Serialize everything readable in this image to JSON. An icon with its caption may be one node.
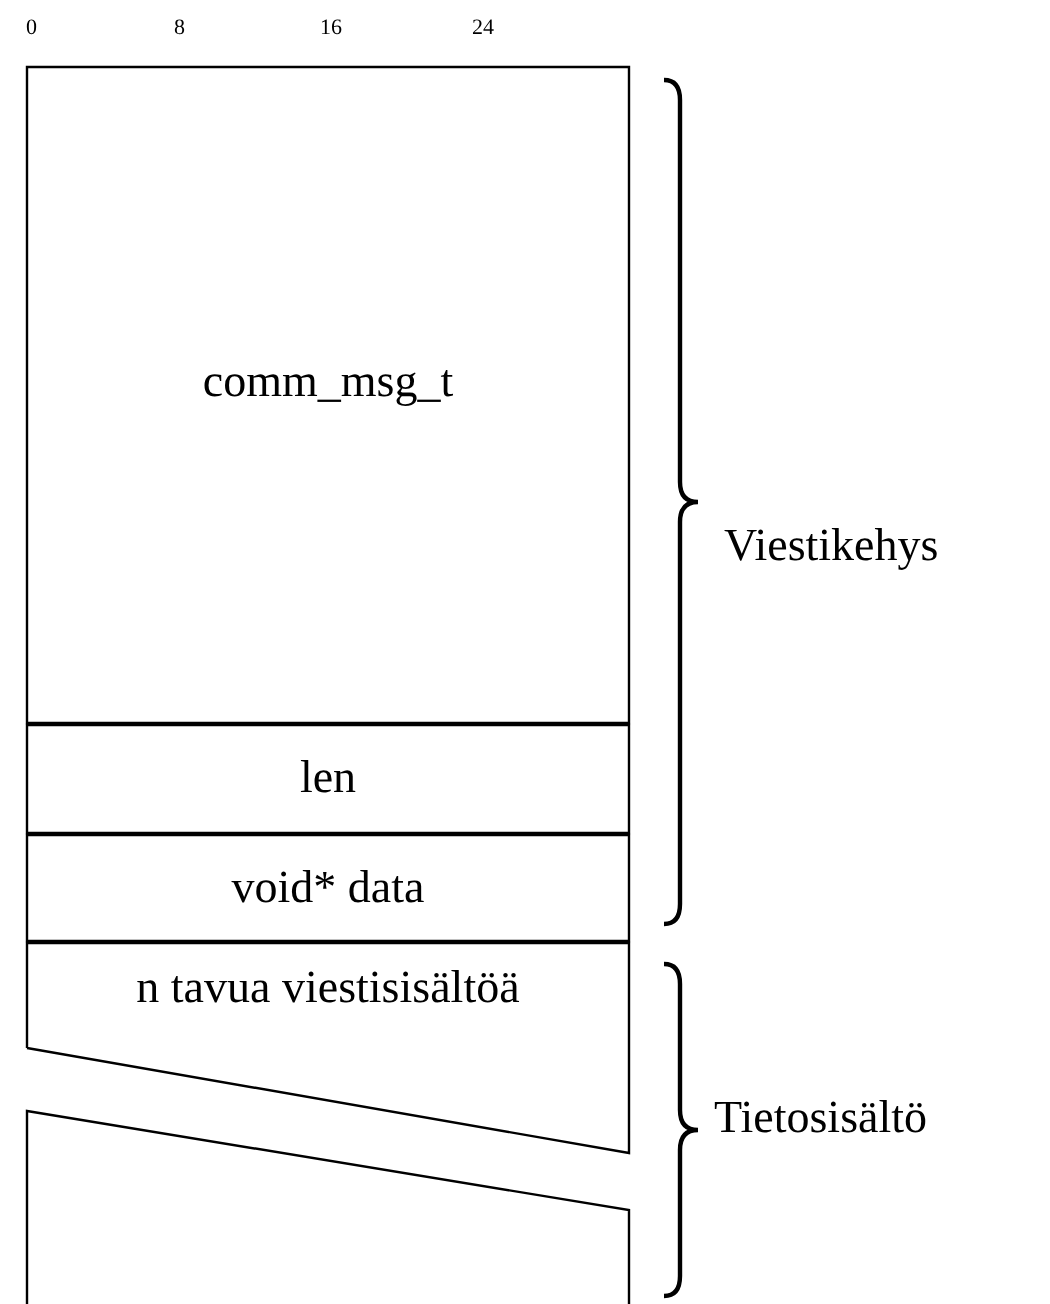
{
  "diagram": {
    "nodes": [
      {
        "text": [
          "comm_msg_t"
        ]
      },
      {
        "text": [
          "len"
        ]
      },
      {
        "text": [
          "void* data"
        ]
      },
      {
        "text": [
          "n tavua viestisisältöä"
        ]
      },
      {
        "text": [],
        "shape": "box"
      }
    ],
    "labels": [
      "0",
      "8",
      "16",
      "24",
      "Viestikehys",
      "Tietosisältö"
    ]
  }
}
